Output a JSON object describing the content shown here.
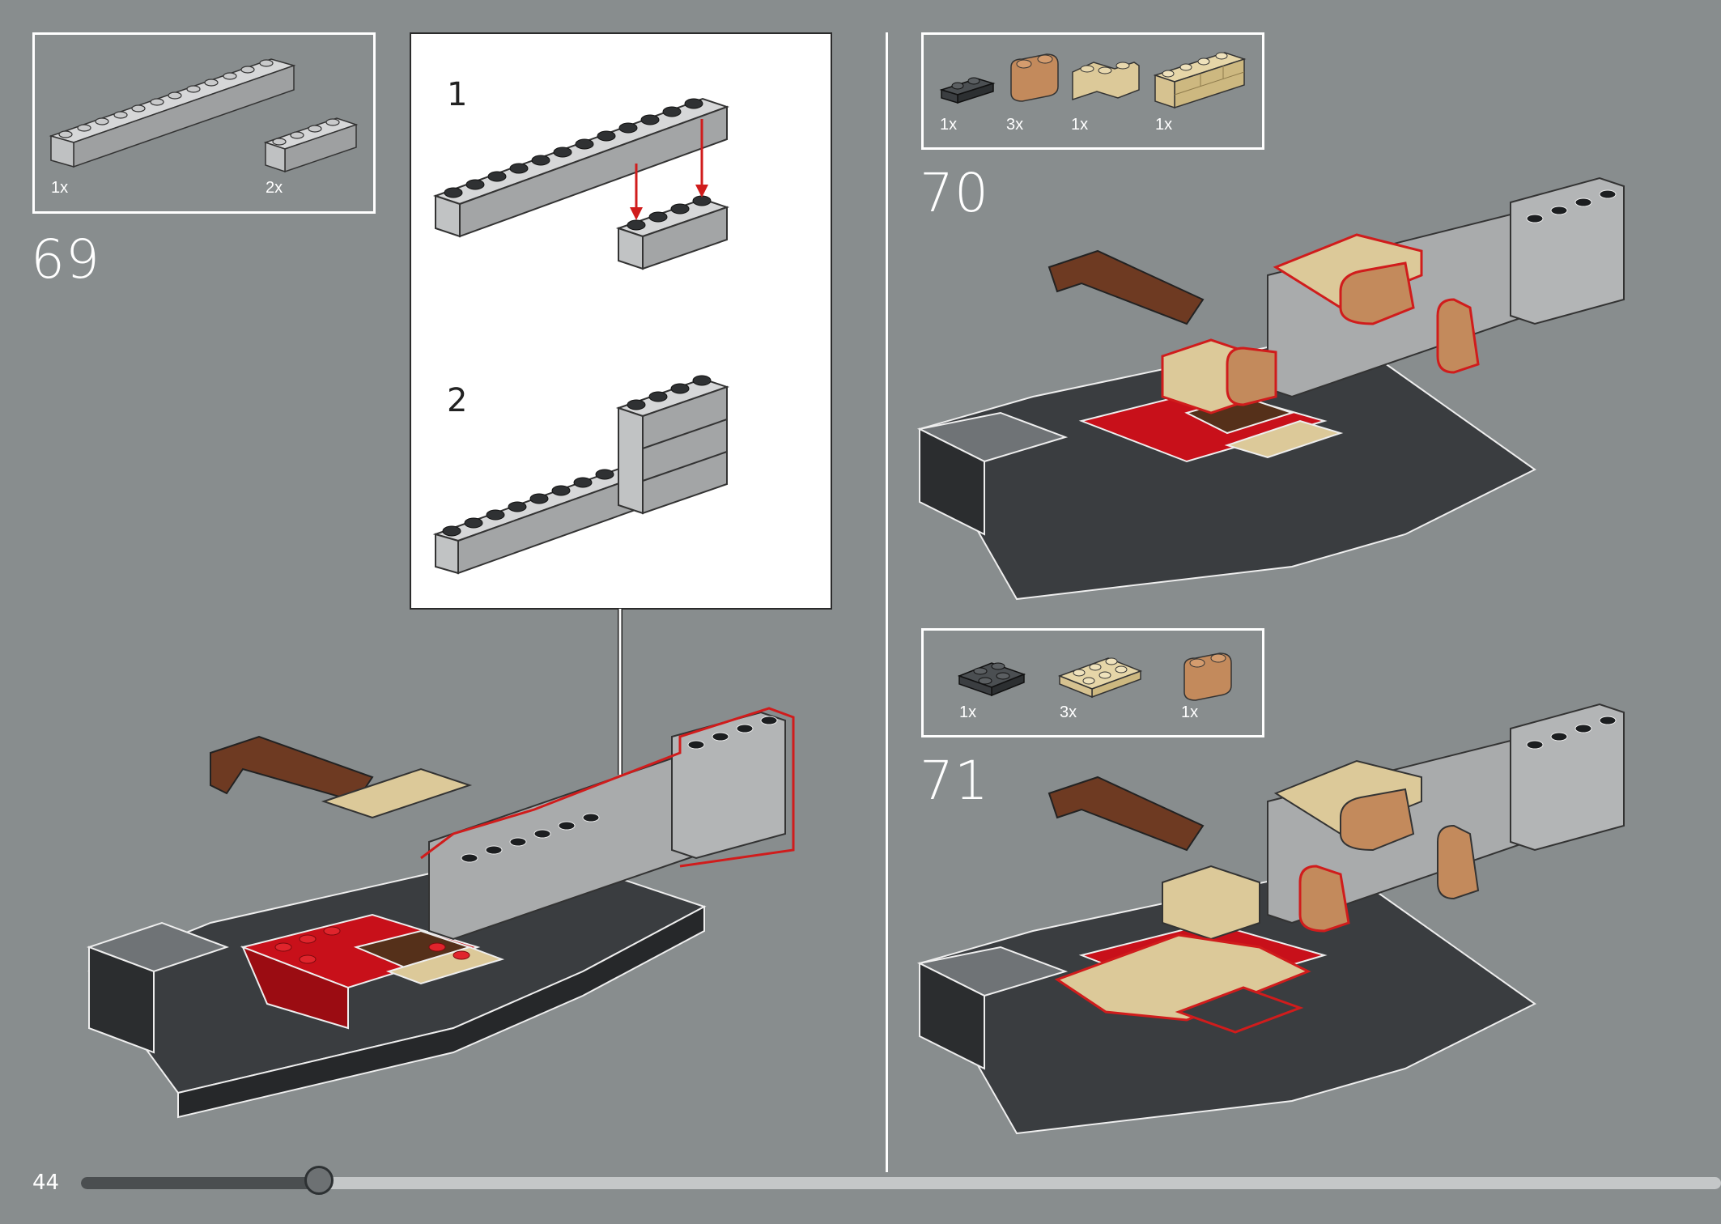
{
  "page": {
    "number": "44",
    "progress_fraction": 0.145
  },
  "colors": {
    "background": "#888d8e",
    "light_gray": "#a9abac",
    "dark_gray": "#4b4f52",
    "black_brick": "#2c2f31",
    "red": "#c8101a",
    "tan": "#dcc999",
    "dark_brown": "#55301a",
    "reddish_brown": "#6e3a22",
    "nougat": "#c38a5c",
    "highlight": "#d01c1c"
  },
  "steps": [
    {
      "number": "69",
      "parts": [
        {
          "qty": "1x",
          "icon": "light-gray-1x12-brick-icon"
        },
        {
          "qty": "2x",
          "icon": "light-gray-1x4-brick-icon"
        }
      ],
      "substeps": [
        {
          "number": "1"
        },
        {
          "number": "2"
        }
      ]
    },
    {
      "number": "70",
      "parts": [
        {
          "qty": "1x",
          "icon": "black-1x2-plate-icon"
        },
        {
          "qty": "3x",
          "icon": "nougat-round-brick-icon"
        },
        {
          "qty": "1x",
          "icon": "tan-corner-brick-icon"
        },
        {
          "qty": "1x",
          "icon": "tan-masonry-brick-icon"
        }
      ]
    },
    {
      "number": "71",
      "parts": [
        {
          "qty": "1x",
          "icon": "black-2x2-plate-icon"
        },
        {
          "qty": "3x",
          "icon": "tan-2x3-plate-icon"
        },
        {
          "qty": "1x",
          "icon": "nougat-round-brick-icon"
        }
      ]
    }
  ]
}
